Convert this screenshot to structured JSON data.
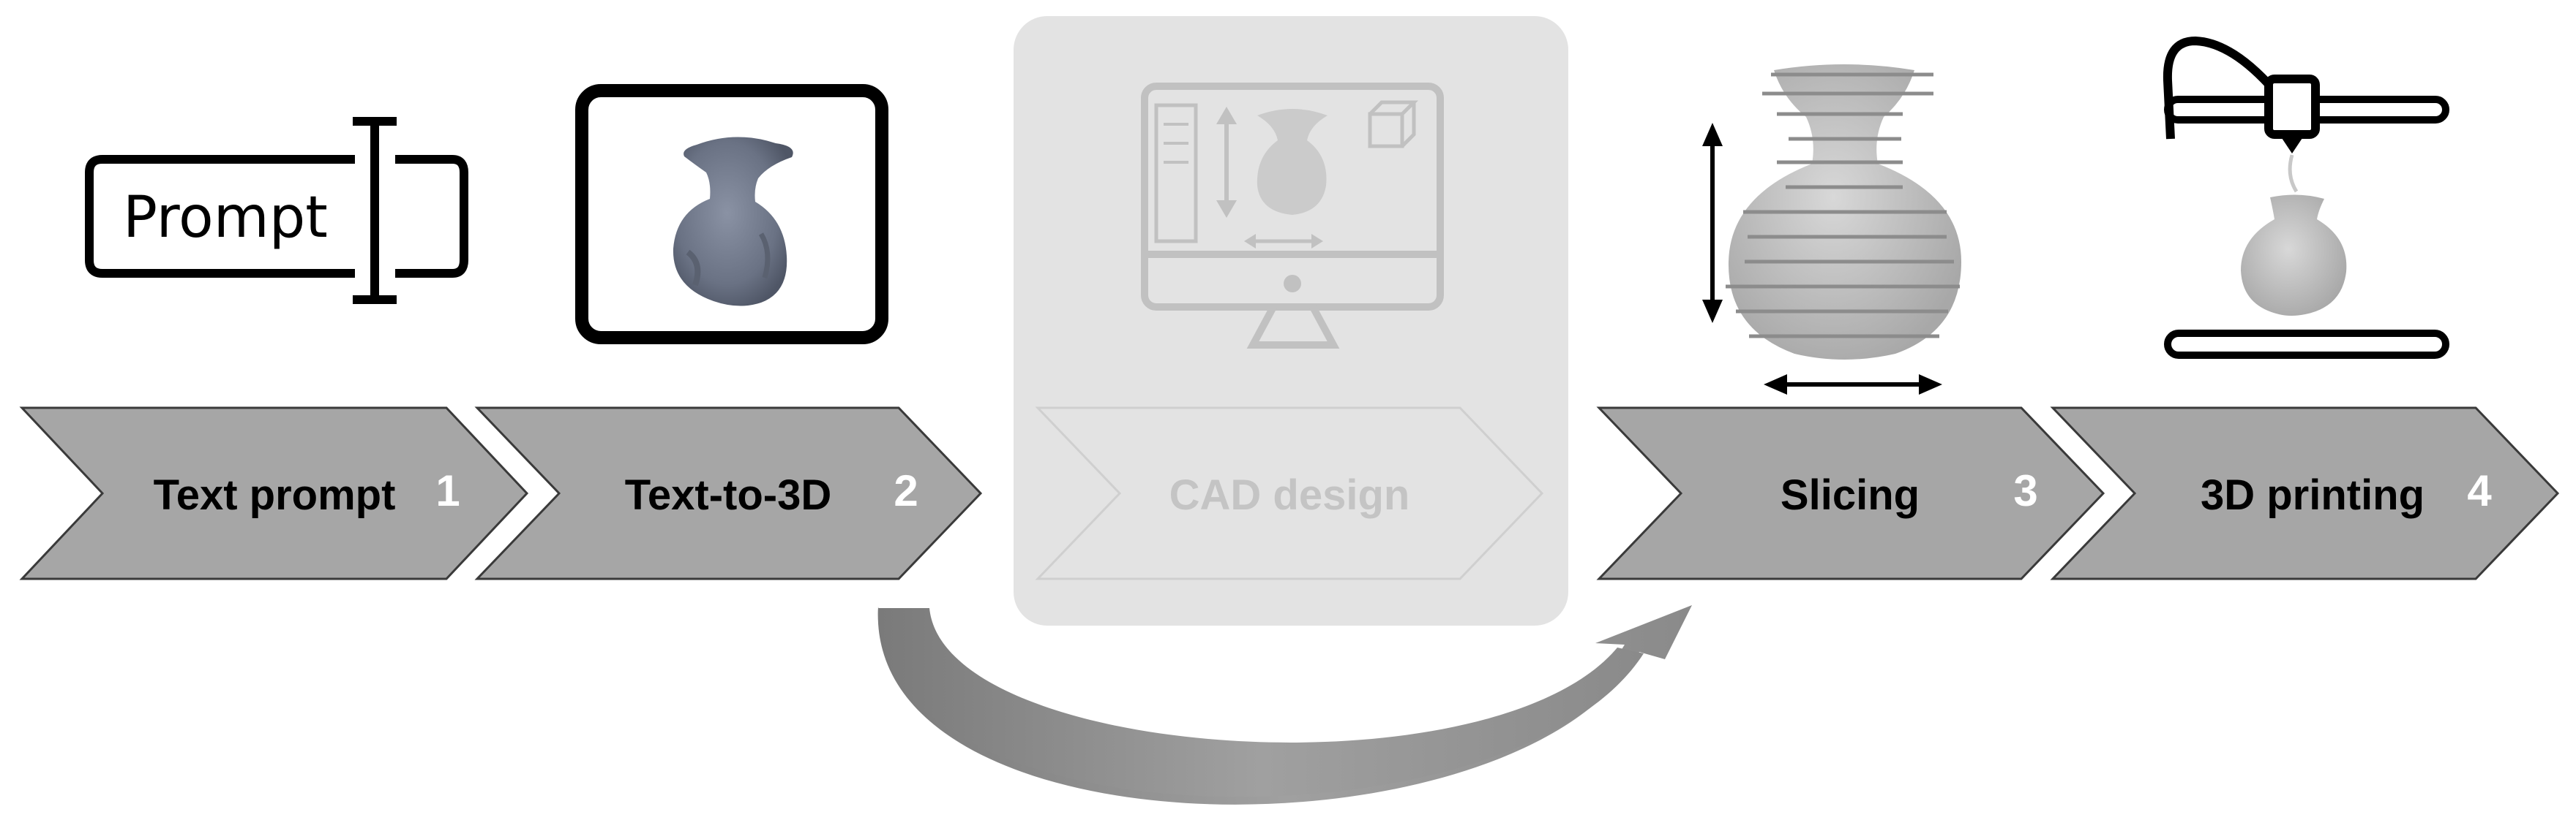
{
  "steps": [
    {
      "label": "Text prompt",
      "number": "1"
    },
    {
      "label": "Text-to-3D",
      "number": "2"
    },
    {
      "label": "Slicing",
      "number": "3"
    },
    {
      "label": "3D printing",
      "number": "4"
    }
  ],
  "skipped_step": {
    "label": "CAD design"
  },
  "prompt_box": {
    "text": "Prompt"
  },
  "colors": {
    "chevron_fill": "#a6a6a6",
    "chevron_stroke": "#3a3a3a",
    "skipped_panel": "#e3e3e3",
    "skipped_text": "#c4c4c4",
    "bypass_arrow": "#8c8c8c",
    "vase": "#6c7486"
  },
  "icons": [
    "text-cursor-icon",
    "tablet-vase-icon",
    "monitor-cad-icon",
    "sliced-vase-icon",
    "3d-printer-icon",
    "bypass-arrow-icon"
  ]
}
